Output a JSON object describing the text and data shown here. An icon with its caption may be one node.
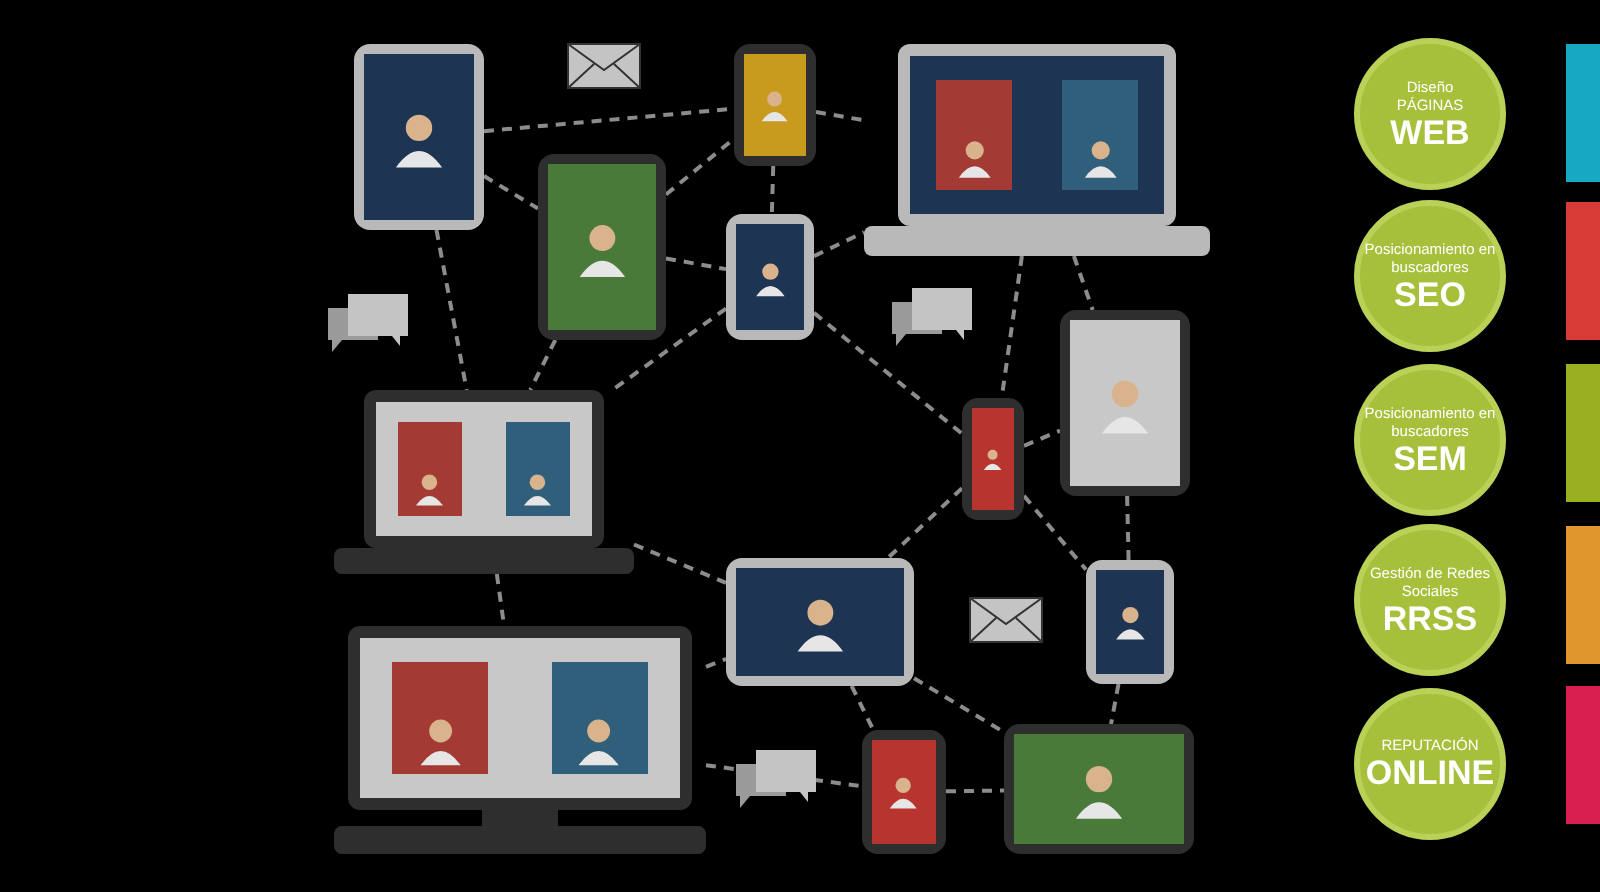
{
  "diagram": {
    "nodes": [
      {
        "text": [],
        "shape": "picture"
      },
      {
        "text": [],
        "shape": "picture"
      },
      {
        "text": [],
        "shape": "picture"
      },
      {
        "text": [],
        "shape": "picture"
      },
      {
        "text": [],
        "shape": "picture"
      },
      {
        "text": [],
        "shape": "picture"
      },
      {
        "text": [],
        "shape": "picture"
      },
      {
        "text": [],
        "shape": "picture"
      },
      {
        "text": [],
        "shape": "picture"
      },
      {
        "text": [],
        "shape": "picture"
      },
      {
        "text": [],
        "shape": "picture"
      },
      {
        "text": [],
        "shape": "picture"
      },
      {
        "text": [],
        "shape": "picture"
      },
      {
        "text": [
          "Diseño",
          "PÁGINAS",
          "WEB"
        ]
      },
      {
        "text": [
          "Posicionamiento en buscadores",
          "SEO"
        ]
      },
      {
        "text": [
          "Posicionamiento en buscadores",
          "SEM"
        ]
      },
      {
        "text": [
          "Gestión de Redes Sociales",
          "RRSS"
        ]
      },
      {
        "text": [
          "REPUTACIÓN",
          "ONLINE"
        ]
      }
    ],
    "edges": [
      {
        "from": 0,
        "to": 1,
        "arrow": "none",
        "style": "dashed"
      },
      {
        "from": 1,
        "to": 2,
        "arrow": "none",
        "style": "dashed"
      },
      {
        "from": 0,
        "to": 3,
        "arrow": "none",
        "style": "dashed"
      },
      {
        "from": 3,
        "to": 1,
        "arrow": "none",
        "style": "dashed"
      },
      {
        "from": 1,
        "to": 4,
        "arrow": "none",
        "style": "dashed"
      },
      {
        "from": 3,
        "to": 4,
        "arrow": "none",
        "style": "dashed"
      },
      {
        "from": 4,
        "to": 2,
        "arrow": "none",
        "style": "dashed"
      },
      {
        "from": 0,
        "to": 5,
        "arrow": "none",
        "style": "dashed"
      },
      {
        "from": 3,
        "to": 5,
        "arrow": "none",
        "style": "dashed"
      },
      {
        "from": 4,
        "to": 5,
        "arrow": "none",
        "style": "dashed"
      },
      {
        "from": 4,
        "to": 6,
        "arrow": "none",
        "style": "dashed"
      },
      {
        "from": 2,
        "to": 6,
        "arrow": "none",
        "style": "dashed"
      },
      {
        "from": 2,
        "to": 7,
        "arrow": "none",
        "style": "dashed"
      },
      {
        "from": 6,
        "to": 7,
        "arrow": "none",
        "style": "dashed"
      },
      {
        "from": 5,
        "to": 8,
        "arrow": "none",
        "style": "dashed"
      },
      {
        "from": 5,
        "to": 10,
        "arrow": "none",
        "style": "dashed"
      },
      {
        "from": 6,
        "to": 8,
        "arrow": "none",
        "style": "dashed"
      },
      {
        "from": 6,
        "to": 9,
        "arrow": "none",
        "style": "dashed"
      },
      {
        "from": 7,
        "to": 9,
        "arrow": "none",
        "style": "dashed"
      },
      {
        "from": 10,
        "to": 8,
        "arrow": "none",
        "style": "dashed"
      },
      {
        "from": 8,
        "to": 11,
        "arrow": "none",
        "style": "dashed"
      },
      {
        "from": 8,
        "to": 12,
        "arrow": "none",
        "style": "dashed"
      },
      {
        "from": 9,
        "to": 12,
        "arrow": "none",
        "style": "dashed"
      },
      {
        "from": 11,
        "to": 12,
        "arrow": "none",
        "style": "dashed"
      },
      {
        "from": 10,
        "to": 11,
        "arrow": "none",
        "style": "dashed"
      }
    ]
  }
}
